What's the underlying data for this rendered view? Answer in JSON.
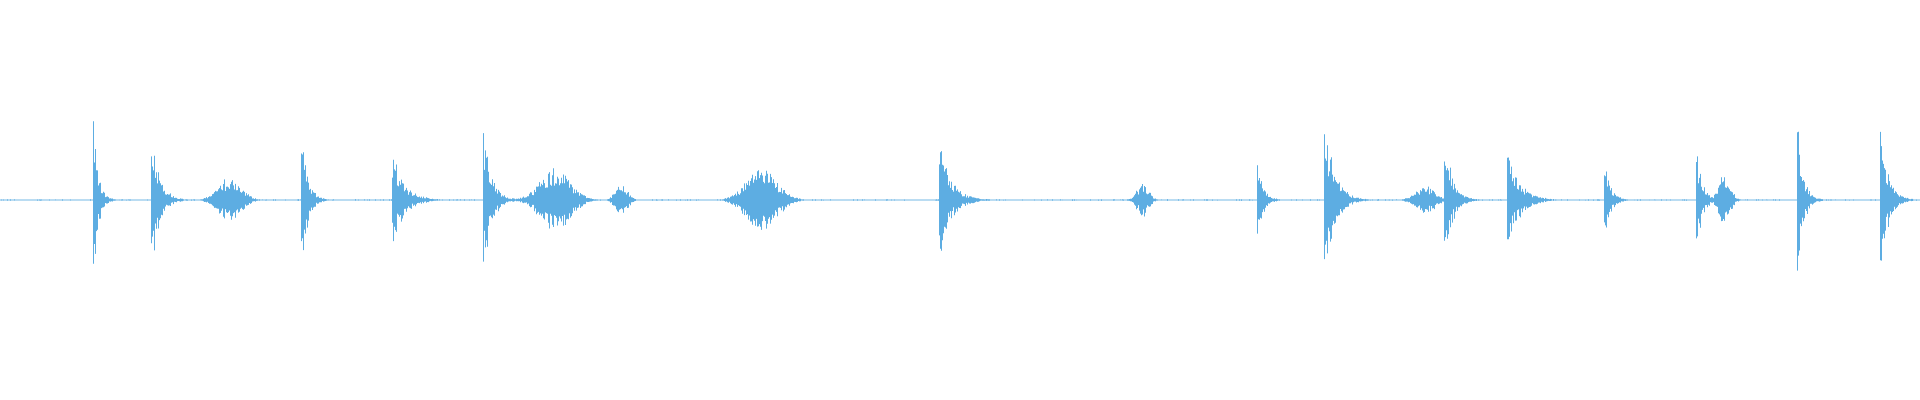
{
  "waveform": {
    "color": "#5dade2",
    "baseline_amplitude": 0.005,
    "bursts": [
      {
        "time": 0.0485,
        "amp": 0.41,
        "spread": 0.0025,
        "shape": "spike"
      },
      {
        "time": 0.079,
        "amp": 0.39,
        "spread": 0.004,
        "shape": "spike"
      },
      {
        "time": 0.1195,
        "amp": 0.12,
        "spread": 0.006,
        "shape": "blob"
      },
      {
        "time": 0.157,
        "amp": 0.42,
        "spread": 0.003,
        "shape": "spike"
      },
      {
        "time": 0.2045,
        "amp": 0.26,
        "spread": 0.006,
        "shape": "spike"
      },
      {
        "time": 0.252,
        "amp": 0.4,
        "spread": 0.004,
        "shape": "spike"
      },
      {
        "time": 0.289,
        "amp": 0.17,
        "spread": 0.008,
        "shape": "blob"
      },
      {
        "time": 0.3235,
        "amp": 0.1,
        "spread": 0.003,
        "shape": "blob"
      },
      {
        "time": 0.3965,
        "amp": 0.17,
        "spread": 0.008,
        "shape": "blob"
      },
      {
        "time": 0.4895,
        "amp": 0.3,
        "spread": 0.006,
        "shape": "spike"
      },
      {
        "time": 0.595,
        "amp": 0.09,
        "spread": 0.003,
        "shape": "blob"
      },
      {
        "time": 0.655,
        "amp": 0.2,
        "spread": 0.003,
        "shape": "spike"
      },
      {
        "time": 0.69,
        "amp": 0.43,
        "spread": 0.005,
        "shape": "spike"
      },
      {
        "time": 0.742,
        "amp": 0.08,
        "spread": 0.005,
        "shape": "blob"
      },
      {
        "time": 0.7525,
        "amp": 0.33,
        "spread": 0.004,
        "shape": "spike"
      },
      {
        "time": 0.785,
        "amp": 0.29,
        "spread": 0.006,
        "shape": "spike"
      },
      {
        "time": 0.8355,
        "amp": 0.24,
        "spread": 0.003,
        "shape": "spike"
      },
      {
        "time": 0.8835,
        "amp": 0.28,
        "spread": 0.003,
        "shape": "spike"
      },
      {
        "time": 0.898,
        "amp": 0.14,
        "spread": 0.003,
        "shape": "blob"
      },
      {
        "time": 0.936,
        "amp": 0.4,
        "spread": 0.003,
        "shape": "spike"
      },
      {
        "time": 0.9795,
        "amp": 0.36,
        "spread": 0.004,
        "shape": "spike"
      }
    ]
  }
}
